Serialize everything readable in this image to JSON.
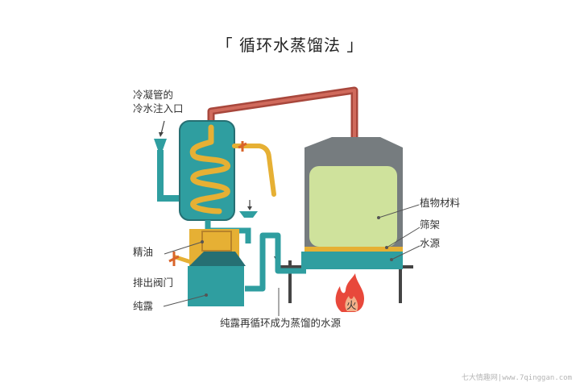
{
  "title": "「 循环水蒸馏法 」",
  "labels": {
    "condenser_inlet_line1": "冷凝管的",
    "condenser_inlet_line2": "冷水注入口",
    "essential_oil": "精油",
    "drain_valve": "排出阀门",
    "hydrosol": "纯露",
    "recycle_water": "纯露再循环成为蒸馏的水源",
    "plant_material": "植物材料",
    "sieve_rack": "筛架",
    "water_source": "水源",
    "fire": "火"
  },
  "watermark": "七大情趣网|www.7qinggan.com",
  "colors": {
    "teal": "#2f9ea0",
    "teal_dark": "#266f73",
    "copper": "#c8574a",
    "gold": "#e6b034",
    "gold_dark": "#b8832a",
    "tank_gray": "#757b7e",
    "plant_green": "#cfe29c",
    "fire_red": "#e8483b",
    "valve_orange": "#d9642a"
  }
}
